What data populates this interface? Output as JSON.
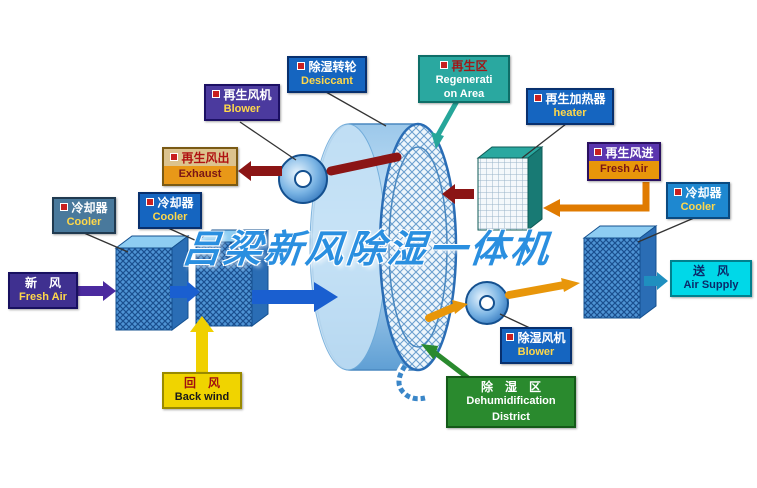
{
  "watermark": "吕梁新风除湿一体机",
  "labels": [
    {
      "zh": "再生风机",
      "en": "Blower"
    },
    {
      "zh": "除湿转轮",
      "en": "Desiccant"
    },
    {
      "zh": "再生区",
      "en": "Regenerati",
      "en2": "on Area"
    },
    {
      "zh": "再生加热器",
      "en": "heater"
    },
    {
      "zh": "再生风出",
      "en": "Exhaust"
    },
    {
      "zh": "再生风进",
      "en": "Fresh Air"
    },
    {
      "zh": "冷却器",
      "en": "Cooler"
    },
    {
      "zh": "冷却器",
      "en": "Cooler"
    },
    {
      "zh": "冷却器",
      "en": "Cooler"
    },
    {
      "zh": "新　风",
      "en": "Fresh Air"
    },
    {
      "zh": "送　风",
      "en": "Air Supply"
    },
    {
      "zh": "回　风",
      "en": "Back wind"
    },
    {
      "zh": "除湿风机",
      "en": "Blower"
    },
    {
      "zh": "除　湿　区",
      "en": "Dehumidification",
      "en2": "District"
    }
  ],
  "palette": {
    "blue": "#1565c0",
    "teal": "#2aa8a0",
    "purple": "#4b3a9e",
    "orange": "#e8960a",
    "dark_red": "#8b1515",
    "yellow": "#f0d400",
    "green": "#2a8a2e",
    "cyan": "#00d8e8",
    "watermark_blue": "#2a8fe0"
  }
}
